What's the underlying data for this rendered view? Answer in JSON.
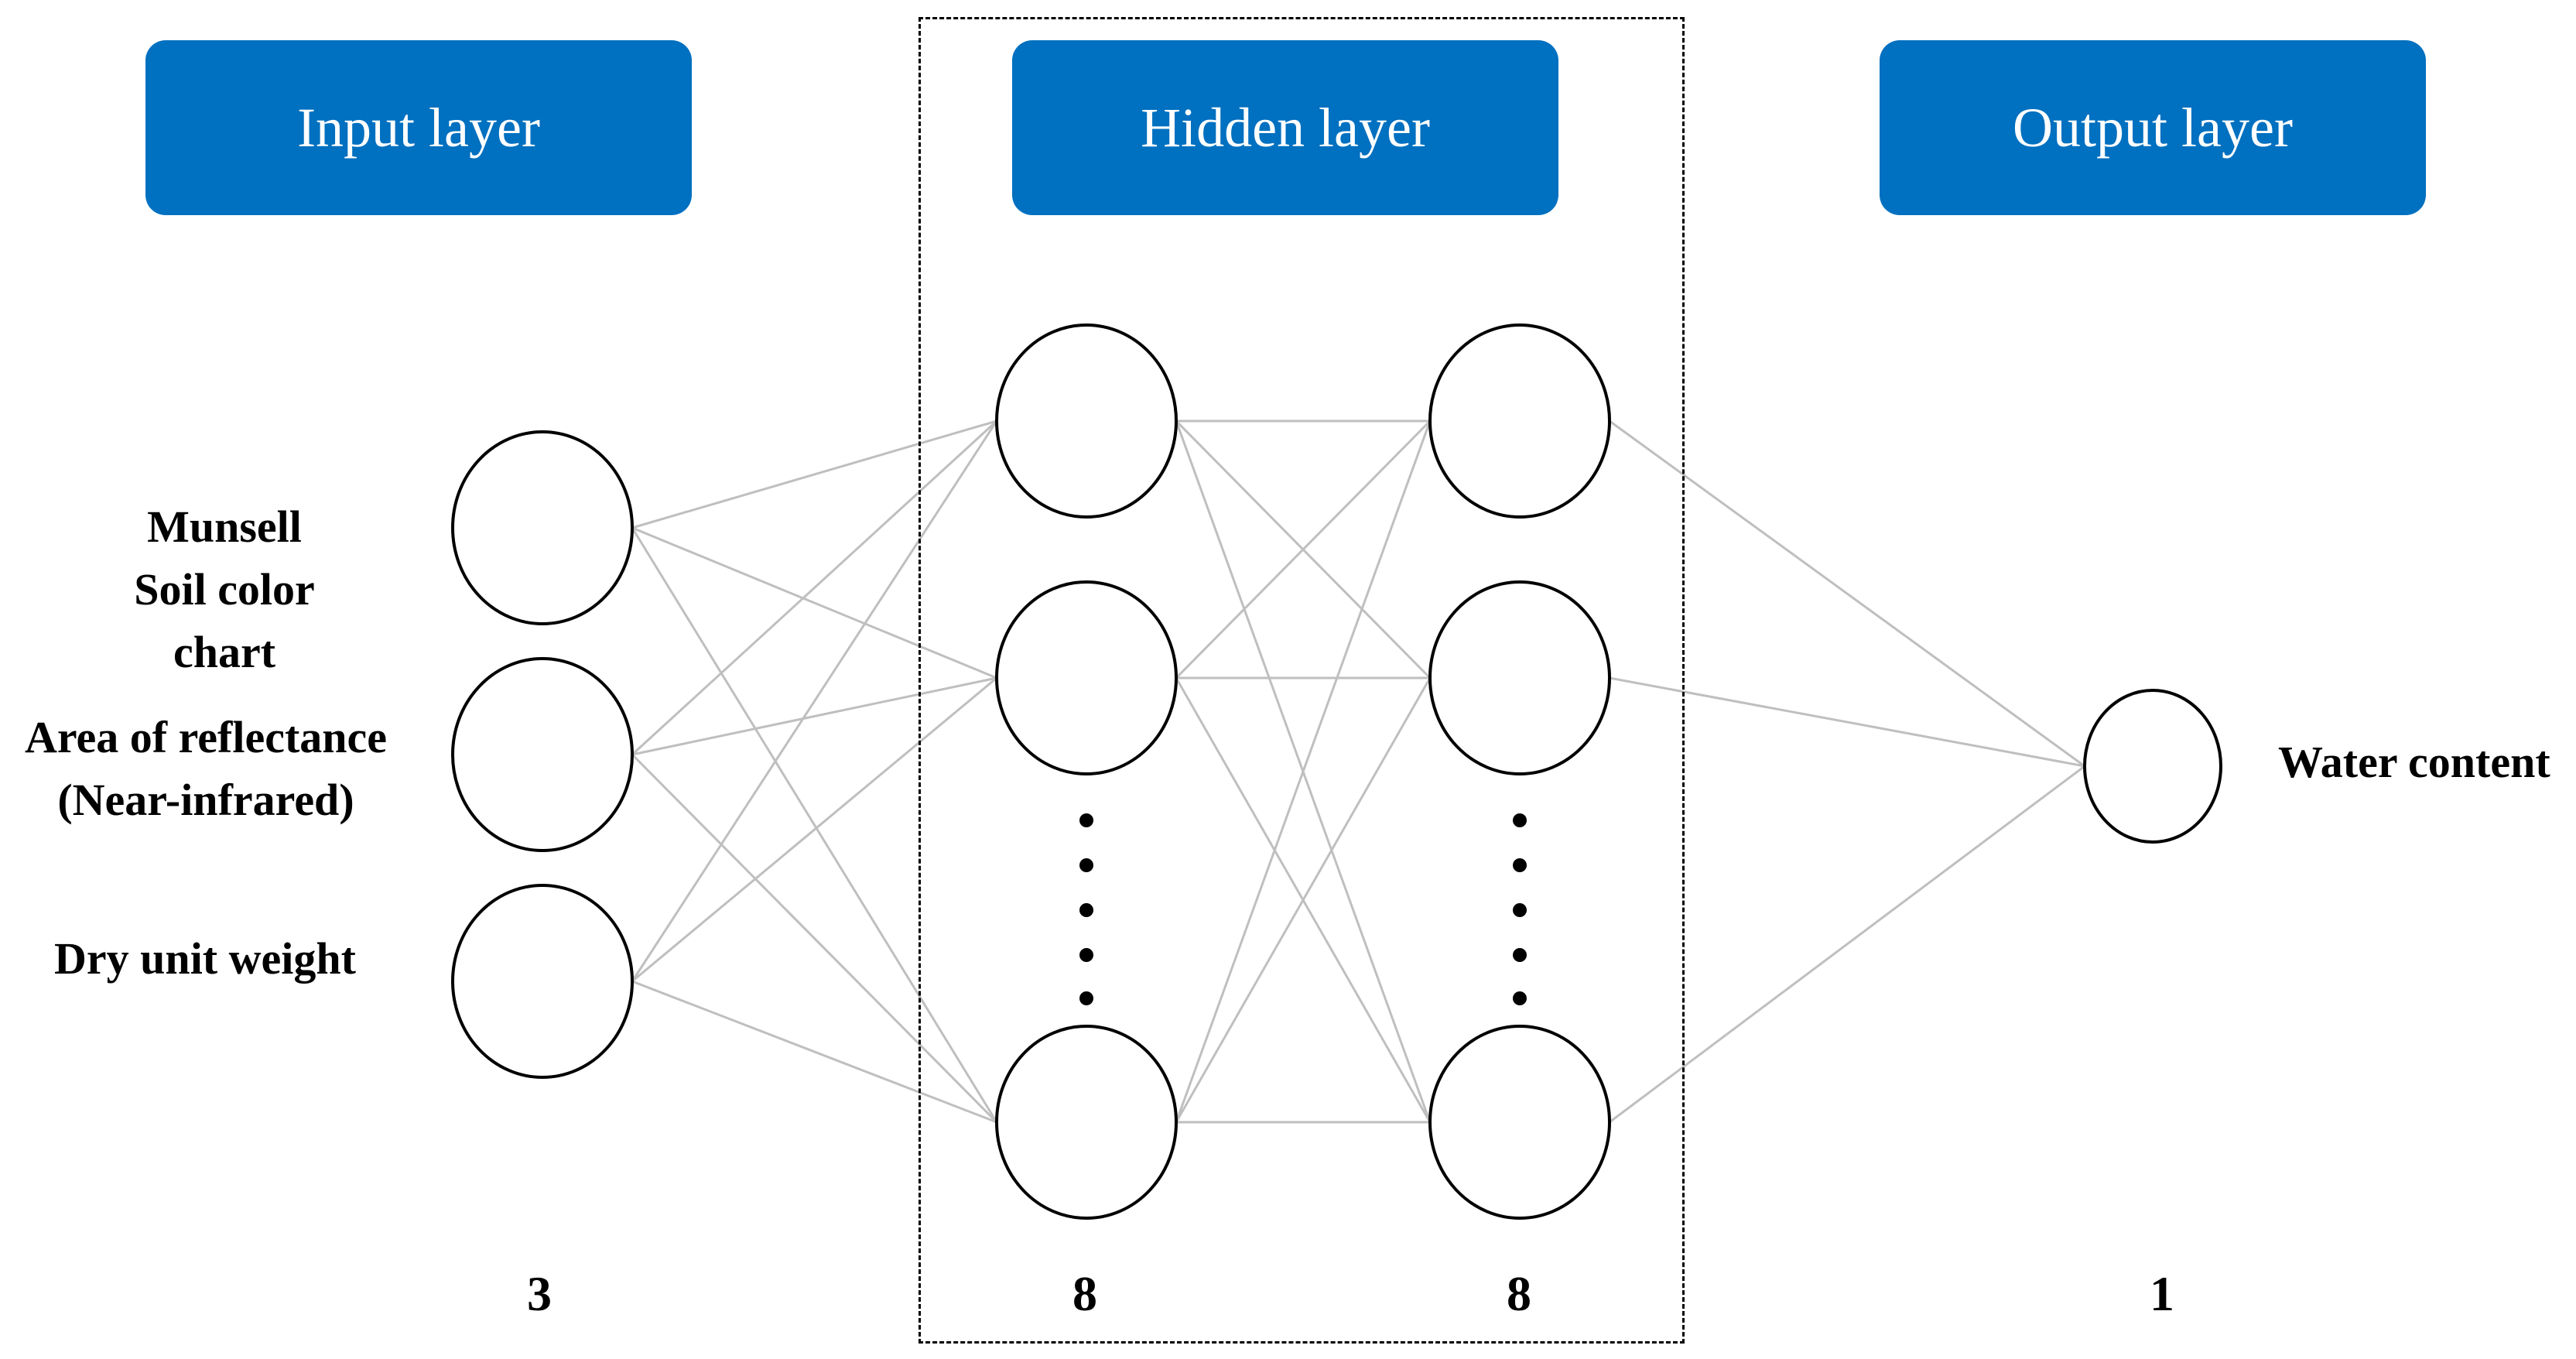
{
  "layers": {
    "input": {
      "title": "Input layer",
      "count": "3"
    },
    "hidden": {
      "title": "Hidden layer",
      "count_1": "8",
      "count_2": "8"
    },
    "output": {
      "title": "Output layer",
      "count": "1"
    }
  },
  "inputs": [
    {
      "label_lines": [
        "Munsell",
        "Soil color",
        "chart"
      ]
    },
    {
      "label_lines": [
        "Area of reflectance",
        "(Near-infrared)"
      ]
    },
    {
      "label_lines": [
        "Dry unit weight"
      ]
    }
  ],
  "output_label": "Water content",
  "colors": {
    "box_fill": "#0070c0",
    "edge": "#bfbfbf",
    "node_stroke": "#000000"
  }
}
